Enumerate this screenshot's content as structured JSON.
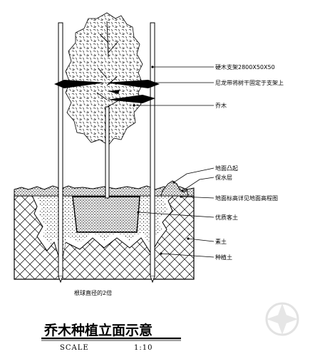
{
  "labels": {
    "stake": "硬木支架2800X50X50",
    "nylon_rope": "尼龙带将树干固定于支架上",
    "tree": "乔木",
    "ground_bulge": "地面凸起",
    "mulch": "保水层",
    "ground_level": "地面标高详见地面高程图",
    "quality_soil": "优质客土",
    "plain_soil": "素土",
    "planting_soil": "种植土",
    "root_ball": "根球直径的2倍"
  },
  "title": "乔木种植立面示意",
  "scale_label": "SCALE",
  "scale_value": "1:10"
}
